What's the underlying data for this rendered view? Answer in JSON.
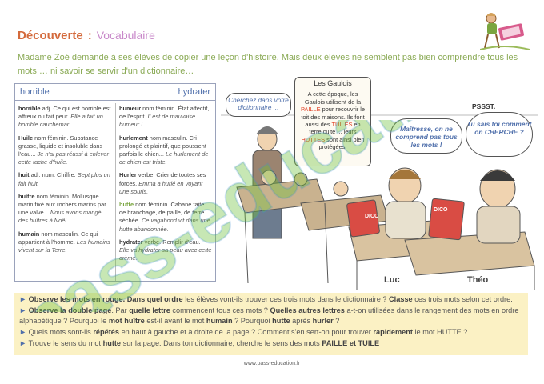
{
  "header": {
    "title": "Découverte",
    "colon": ":",
    "subtitle": "Vocabulaire"
  },
  "intro": "Madame Zoé demande à ses élèves de copier une leçon d'histoire. Mais deux élèves ne semblent pas bien comprendre tous les mots … ni savoir se servir d'un dictionnaire…",
  "dictionary": {
    "head_left": "horrible",
    "head_right": "hydrater",
    "left_entries": [
      {
        "word": "horrible",
        "def": " adj. Ce qui est horrible est affreux ou fait peur. ",
        "ex": "Elle a fait un horrible cauchemar."
      },
      {
        "word": "Huile",
        "def": " nom féminin. Substance grasse, liquide et insoluble dans l'eau... ",
        "ex": "Je n'ai pas réussi à enlever cette tache d'huile."
      },
      {
        "word": "huit",
        "def": " adj. num. Chiffre. ",
        "ex": "Sept plus un fait huit."
      },
      {
        "word": "huître",
        "def": " nom féminin. Mollusque marin fixé aux rochers marins par une valve... ",
        "ex": "Nous avons mangé des huîtres à Noël."
      },
      {
        "word": "humain",
        "def": " nom masculin. Ce qui appartient à l'homme. ",
        "ex": "Les humains vivent sur la Terre."
      }
    ],
    "right_entries": [
      {
        "word": "humeur",
        "def": " nom féminin. État affectif, de l'esprit. ",
        "ex": "Il est de mauvaise humeur !"
      },
      {
        "word": "hurlement",
        "def": " nom masculin. Cri prolongé et plaintif, que poussent parfois le chien... ",
        "ex": "Le hurlement de ce chien est triste."
      },
      {
        "word": "Hurler",
        "def": " verbe. Crier de toutes ses forces. ",
        "ex": "Emma a hurlé en voyant une souris."
      },
      {
        "word": "hutte",
        "def": " nom féminin. Cabane faite de branchage, de paille, de terre séchée. ",
        "ex": "Ce vagabond vit dans une hutte abandonnée.",
        "green": true
      },
      {
        "word": "hydrater",
        "def": " verbe. Remplir d'eau. ",
        "ex": "Elle va hydrater sa peau avec cette crème."
      }
    ]
  },
  "scene": {
    "bubble_dict": "Cherchez dans votre dictionnaire ...",
    "book_title": "Les Gaulois",
    "book_text_1": "A cette époque, les Gaulois utilisent de la ",
    "book_red_1": "PAILLE",
    "book_text_2": " pour recouvrir le toit des maisons. Ils font aussi des ",
    "book_red_2": "TUILES",
    "book_text_3": " en terre cuite ... leurs ",
    "book_red_3": "HUTTES",
    "book_text_4": " sont ainsi bien protégées.",
    "bubble_luc": "Maîtresse, on ne comprend pas tous les mots !",
    "psst": "PSSST.",
    "bubble_theo": "Tu sais toi comment on CHERCHE ?",
    "name_luc": "Luc",
    "name_theo": "Théo",
    "book_label_1": "DICO",
    "book_label_2": "DICO"
  },
  "instructions": [
    {
      "parts": [
        [
          "b",
          "Observe les mots en rouge. Dans quel ordre"
        ],
        [
          "t",
          " les élèves vont-ils trouver ces trois mots dans le dictionnaire ? "
        ],
        [
          "b",
          "Classe"
        ],
        [
          "t",
          " ces trois mots selon cet ordre."
        ]
      ]
    },
    {
      "parts": [
        [
          "b",
          "Observe la double page"
        ],
        [
          "t",
          ". Par "
        ],
        [
          "b",
          "quelle lettre"
        ],
        [
          "t",
          " commencent tous ces mots ? "
        ],
        [
          "b",
          "Quelles autres lettres"
        ],
        [
          "t",
          " a-t-on utilisées dans le rangement des mots en ordre alphabétique ? Pourquoi le "
        ],
        [
          "b",
          "mot huître"
        ],
        [
          "t",
          " est-il avant le mot "
        ],
        [
          "b",
          "humain"
        ],
        [
          "t",
          " ? Pourquoi "
        ],
        [
          "b",
          "hutte"
        ],
        [
          "t",
          " après "
        ],
        [
          "b",
          "hurler"
        ],
        [
          "t",
          " ?"
        ]
      ]
    },
    {
      "parts": [
        [
          "t",
          "Quels mots sont-ils "
        ],
        [
          "b",
          "répétés"
        ],
        [
          "t",
          " en haut à gauche et à droite de la page ? Comment s'en sert-on pour trouver "
        ],
        [
          "b",
          "rapidement"
        ],
        [
          "t",
          " le mot HUTTE ?"
        ]
      ]
    },
    {
      "parts": [
        [
          "t",
          "Trouve le sens du mot "
        ],
        [
          "b",
          "hutte"
        ],
        [
          "t",
          " sur la page. Dans ton dictionnaire, cherche le sens des mots "
        ],
        [
          "b",
          "PAILLE et TUILE"
        ]
      ]
    }
  ],
  "footer": "www.pass-education.fr",
  "watermark": "pass-education",
  "colors": {
    "title": "#d46a3c",
    "subtitle": "#c888c9",
    "intro": "#8aaa55",
    "accent": "#4f6fab",
    "instr_bg": "#fbf1c4",
    "red": "#e03a1e"
  }
}
